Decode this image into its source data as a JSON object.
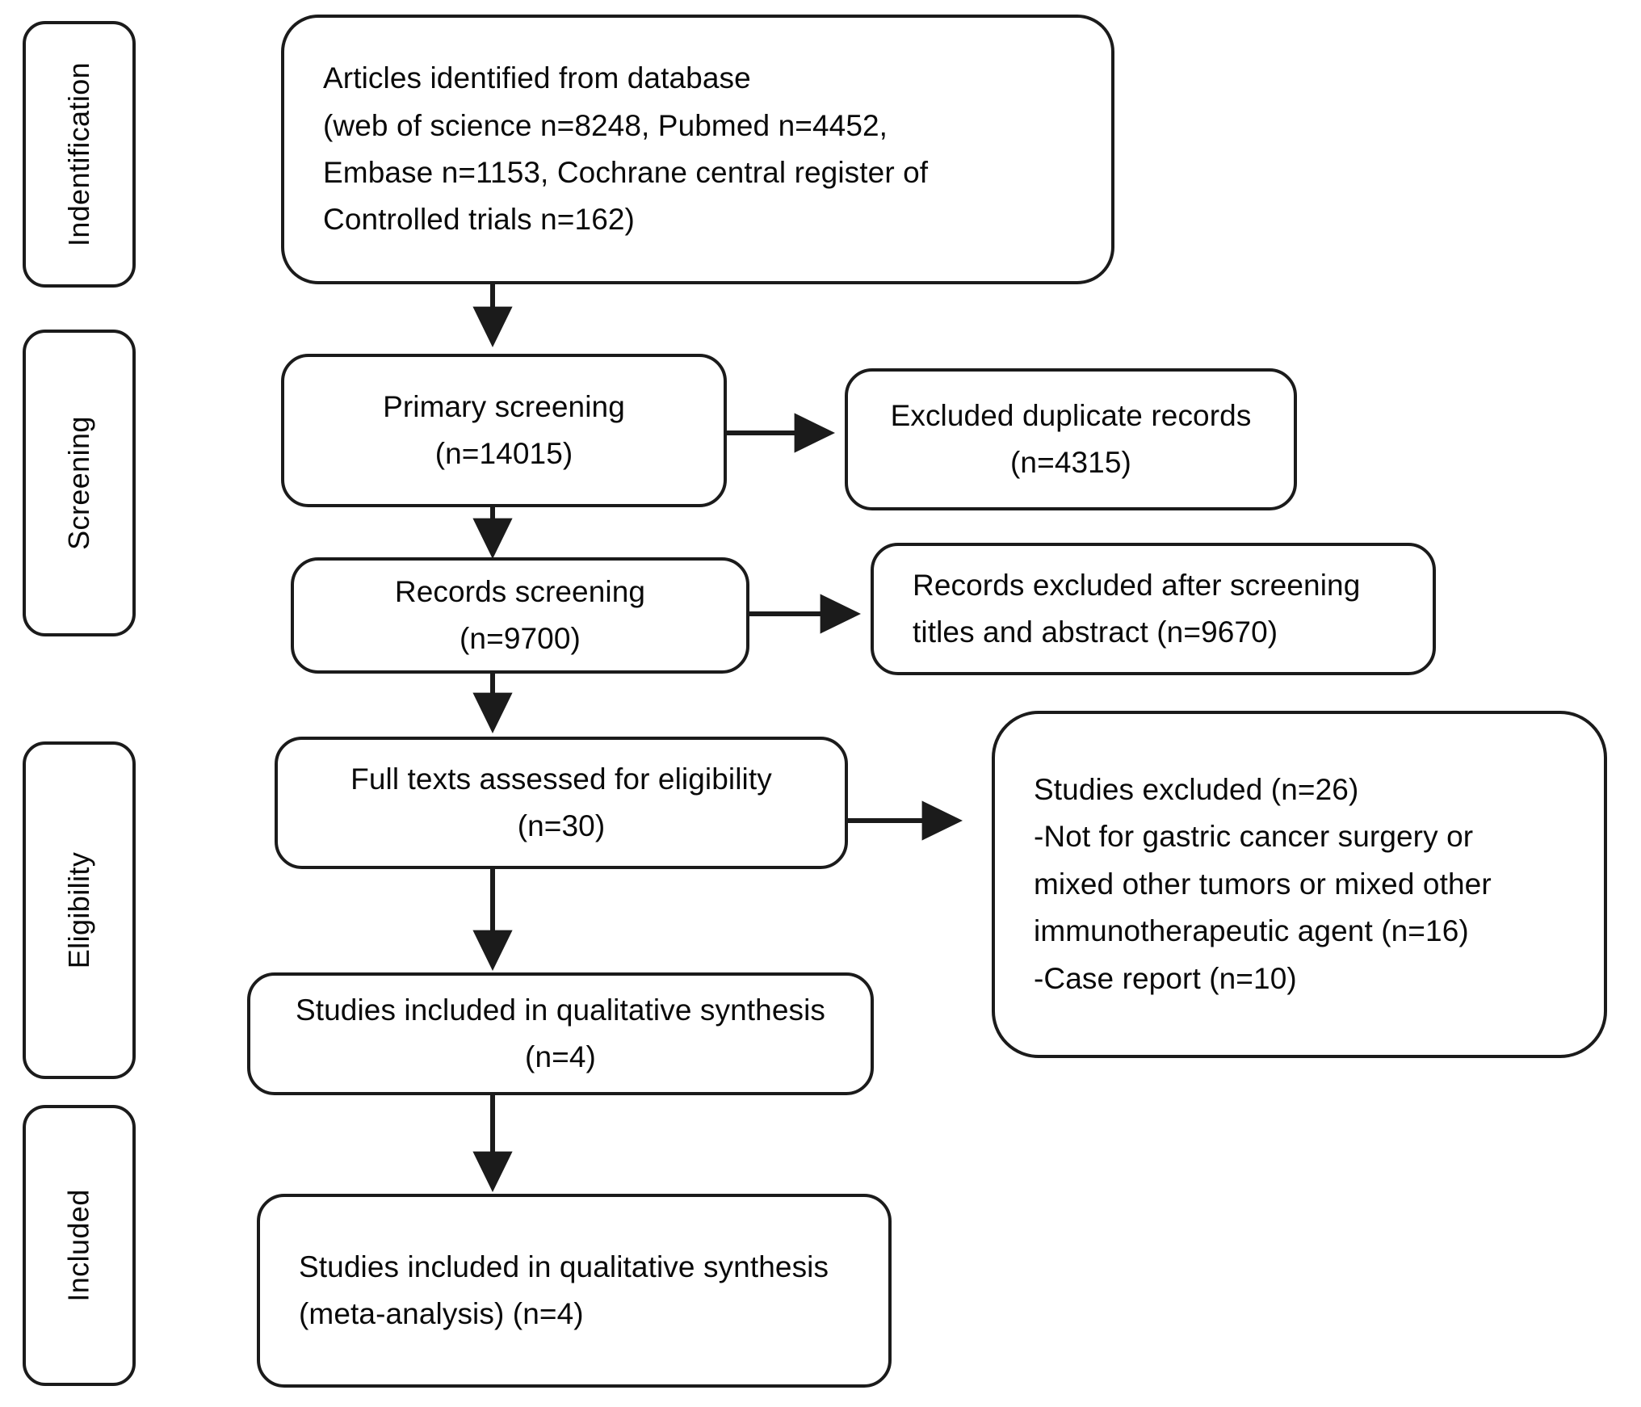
{
  "diagram": {
    "type": "prisma-flow-diagram",
    "title": "PRISMA study selection flow diagram",
    "stroke_color": "#1b1b1b",
    "background_color": "#ffffff",
    "text_color": "#0a0a0a"
  },
  "stages": [
    {
      "id": "identification",
      "label": "Indentification"
    },
    {
      "id": "screening",
      "label": "Screening"
    },
    {
      "id": "eligibility",
      "label": "Eligibility"
    },
    {
      "id": "included",
      "label": "Included"
    }
  ],
  "nodes": {
    "identified": {
      "id": "records-identified",
      "align": "left",
      "lines": [
        "Articles identified from database",
        "(web of science n=8248, Pubmed n=4452,",
        "Embase n=1153, Cochrane central register of",
        "Controlled trials n=162)"
      ]
    },
    "primary_screening": {
      "id": "primary-screening",
      "align": "center",
      "lines": [
        "Primary screening",
        "(n=14015)"
      ]
    },
    "excluded_duplicates": {
      "id": "excluded-duplicate-records",
      "align": "center",
      "lines": [
        "Excluded duplicate records",
        "(n=4315)"
      ]
    },
    "records_screening": {
      "id": "records-screening",
      "align": "center",
      "lines": [
        "Records screening",
        "(n=9700)"
      ]
    },
    "records_excluded": {
      "id": "records-excluded-after-screening",
      "align": "left",
      "lines": [
        "Records excluded after screening",
        "titles and abstract (n=9670)"
      ]
    },
    "full_texts": {
      "id": "full-texts-assessed",
      "align": "center",
      "lines": [
        "Full texts assessed for eligibility",
        "(n=30)"
      ]
    },
    "studies_excluded": {
      "id": "studies-excluded",
      "align": "left",
      "lines": [
        "Studies excluded (n=26)",
        "-Not for gastric cancer surgery or",
        "mixed other tumors or mixed other",
        "immunotherapeutic agent (n=16)",
        "-Case report (n=10)"
      ]
    },
    "qualitative": {
      "id": "studies-included-qualitative",
      "align": "center",
      "lines": [
        "Studies included in qualitative synthesis",
        "(n=4)"
      ]
    },
    "meta_analysis": {
      "id": "studies-included-meta-analysis",
      "align": "left",
      "lines": [
        "Studies included in qualitative synthesis",
        "(meta-analysis) (n=4)"
      ]
    }
  },
  "counts": {
    "web_of_science": 8248,
    "pubmed": 4452,
    "embase": 1153,
    "cochrane_central_register_controlled_trials": 162,
    "primary_screening": 14015,
    "excluded_duplicate_records": 4315,
    "records_screening": 9700,
    "records_excluded_after_title_abstract_screening": 9670,
    "full_texts_assessed": 30,
    "studies_excluded_total": 26,
    "excluded_not_gastric_or_mixed": 16,
    "excluded_case_report": 10,
    "included_qualitative": 4,
    "included_meta_analysis": 4
  },
  "edges": [
    {
      "from": "records-identified",
      "to": "primary-screening",
      "direction": "down"
    },
    {
      "from": "primary-screening",
      "to": "excluded-duplicate-records",
      "direction": "right"
    },
    {
      "from": "primary-screening",
      "to": "records-screening",
      "direction": "down"
    },
    {
      "from": "records-screening",
      "to": "records-excluded-after-screening",
      "direction": "right"
    },
    {
      "from": "records-screening",
      "to": "full-texts-assessed",
      "direction": "down"
    },
    {
      "from": "full-texts-assessed",
      "to": "studies-excluded",
      "direction": "right"
    },
    {
      "from": "full-texts-assessed",
      "to": "studies-included-qualitative",
      "direction": "down"
    },
    {
      "from": "studies-included-qualitative",
      "to": "studies-included-meta-analysis",
      "direction": "down"
    }
  ]
}
